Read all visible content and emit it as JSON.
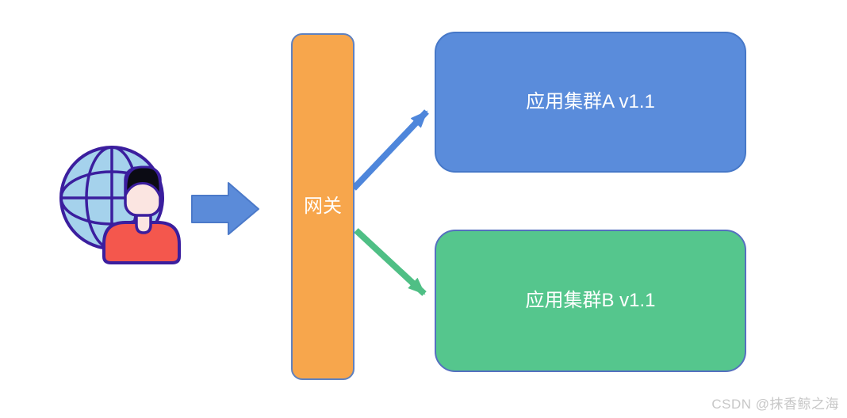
{
  "diagram": {
    "nodes": {
      "gateway": {
        "label": "网关",
        "fill": "#F7A64C",
        "border": "#5E81C0"
      },
      "cluster_a": {
        "label": "应用集群A v1.1",
        "fill": "#5A8CDB",
        "border": "#4678C8"
      },
      "cluster_b": {
        "label": "应用集群B v1.1",
        "fill": "#55C68D",
        "border": "#5570BF"
      }
    },
    "icons": {
      "user": "user-globe-icon"
    },
    "colors": {
      "arrow_blue": "#5B8BD9",
      "arrow_blue_border": "#4B79C9",
      "connector_blue": "#4E86DB",
      "connector_green": "#4FBF85",
      "globe_fill": "#A5D2EC",
      "outline_purple": "#3B1E9E",
      "face_fill": "#FBE5E1",
      "shirt_fill": "#F4574D",
      "hair_fill": "#0b0b14"
    }
  },
  "watermark": {
    "text": "CSDN @抹香鲸之海"
  }
}
